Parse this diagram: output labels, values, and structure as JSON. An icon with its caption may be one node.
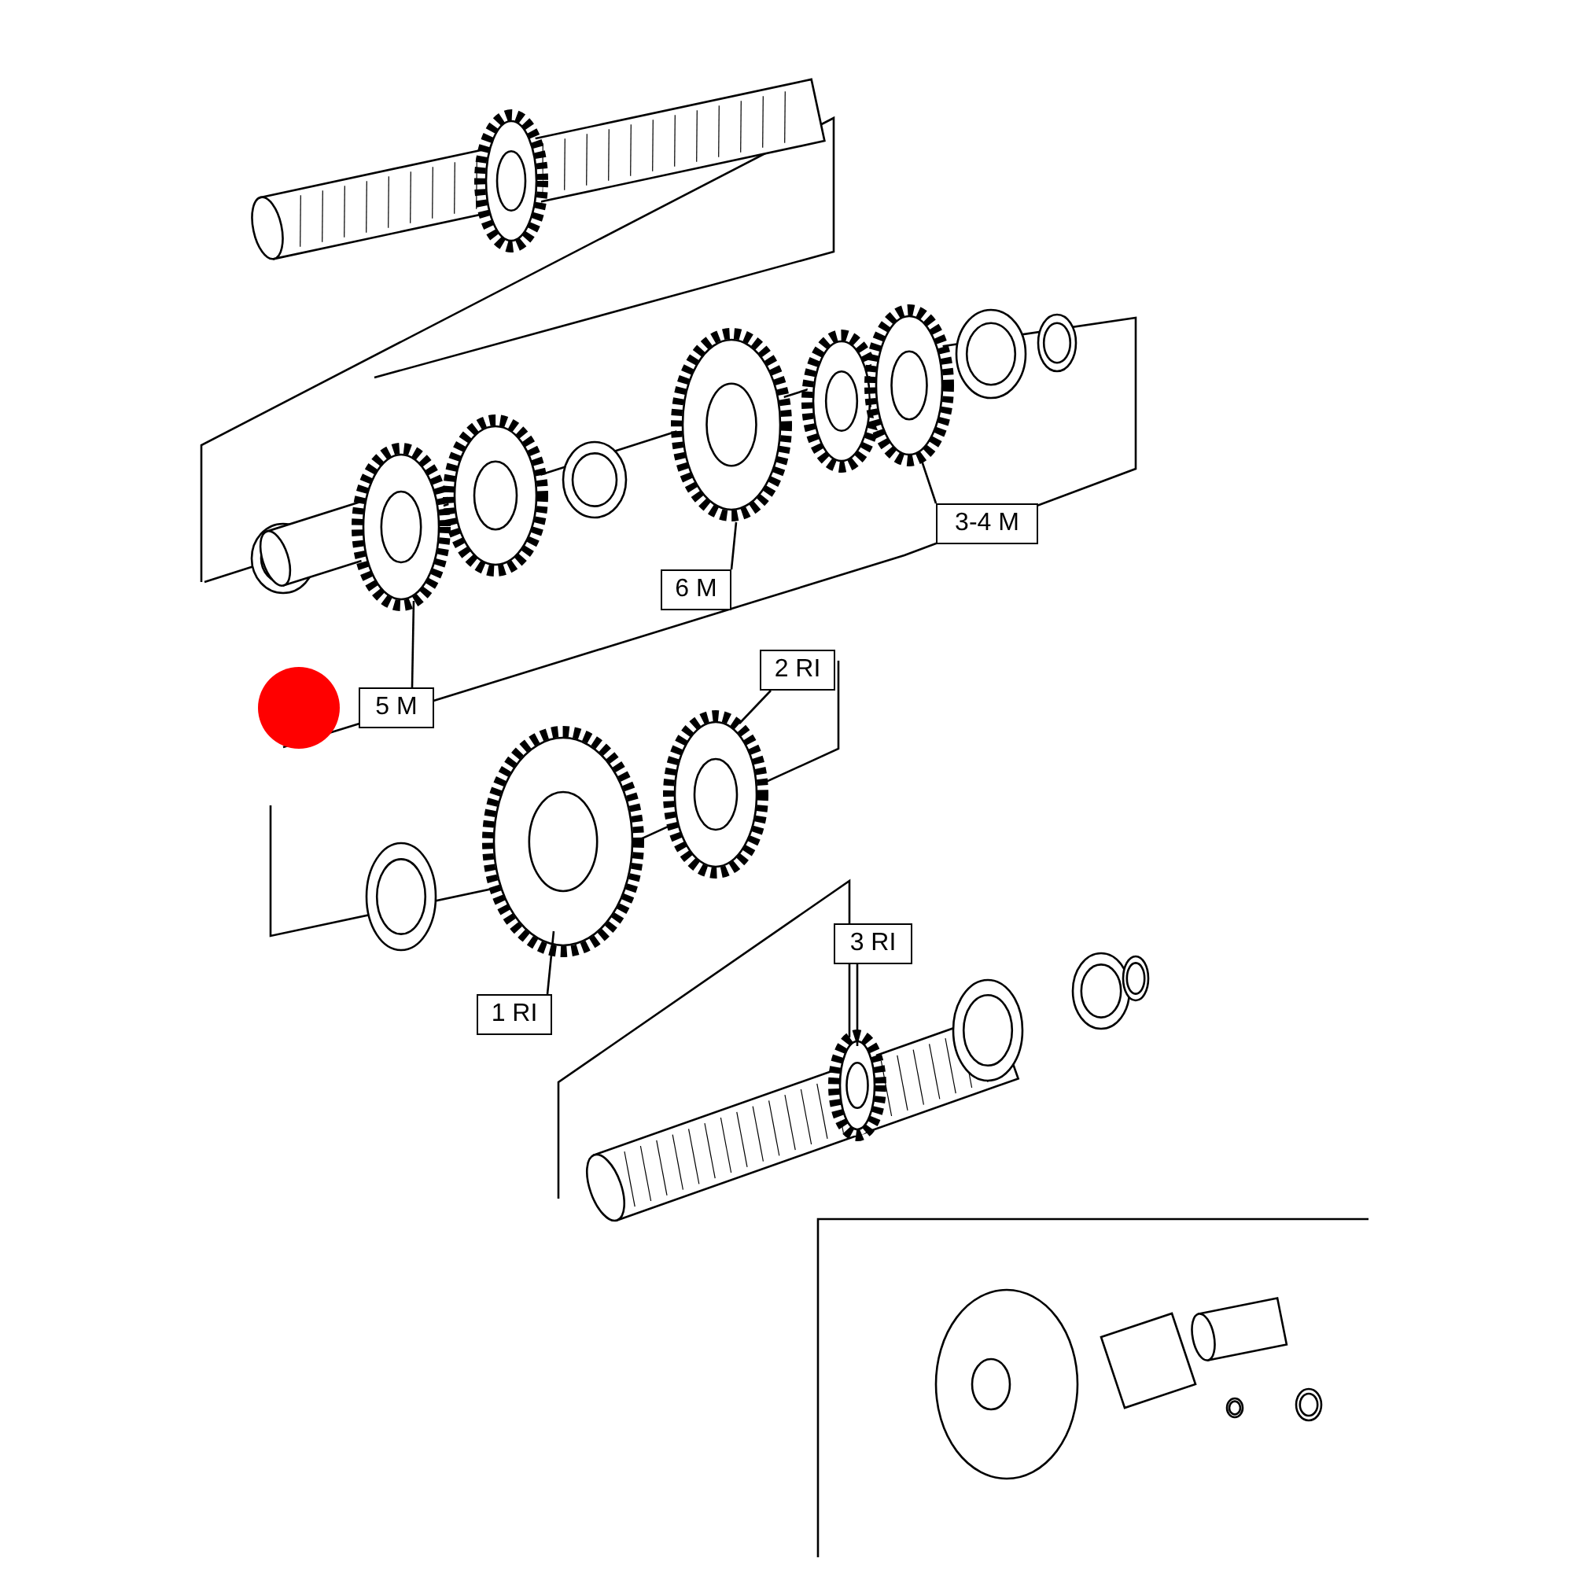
{
  "diagram": {
    "nodes": [
      {
        "text": [
          "3-4 M"
        ]
      },
      {
        "text": [
          "6 M"
        ]
      },
      {
        "text": [
          "2 RI"
        ]
      },
      {
        "text": [
          "5 M"
        ]
      },
      {
        "text": [
          "3 RI"
        ]
      },
      {
        "text": [
          "1 RI"
        ]
      }
    ],
    "edges": [
      {
        "from": 0,
        "to": null,
        "arrow": "none"
      },
      {
        "from": 1,
        "to": null,
        "arrow": "none"
      },
      {
        "from": 2,
        "to": null,
        "arrow": "none"
      },
      {
        "from": 3,
        "to": null,
        "arrow": "none"
      },
      {
        "from": 4,
        "to": null,
        "arrow": "none"
      },
      {
        "from": 5,
        "to": null,
        "arrow": "none"
      }
    ]
  }
}
